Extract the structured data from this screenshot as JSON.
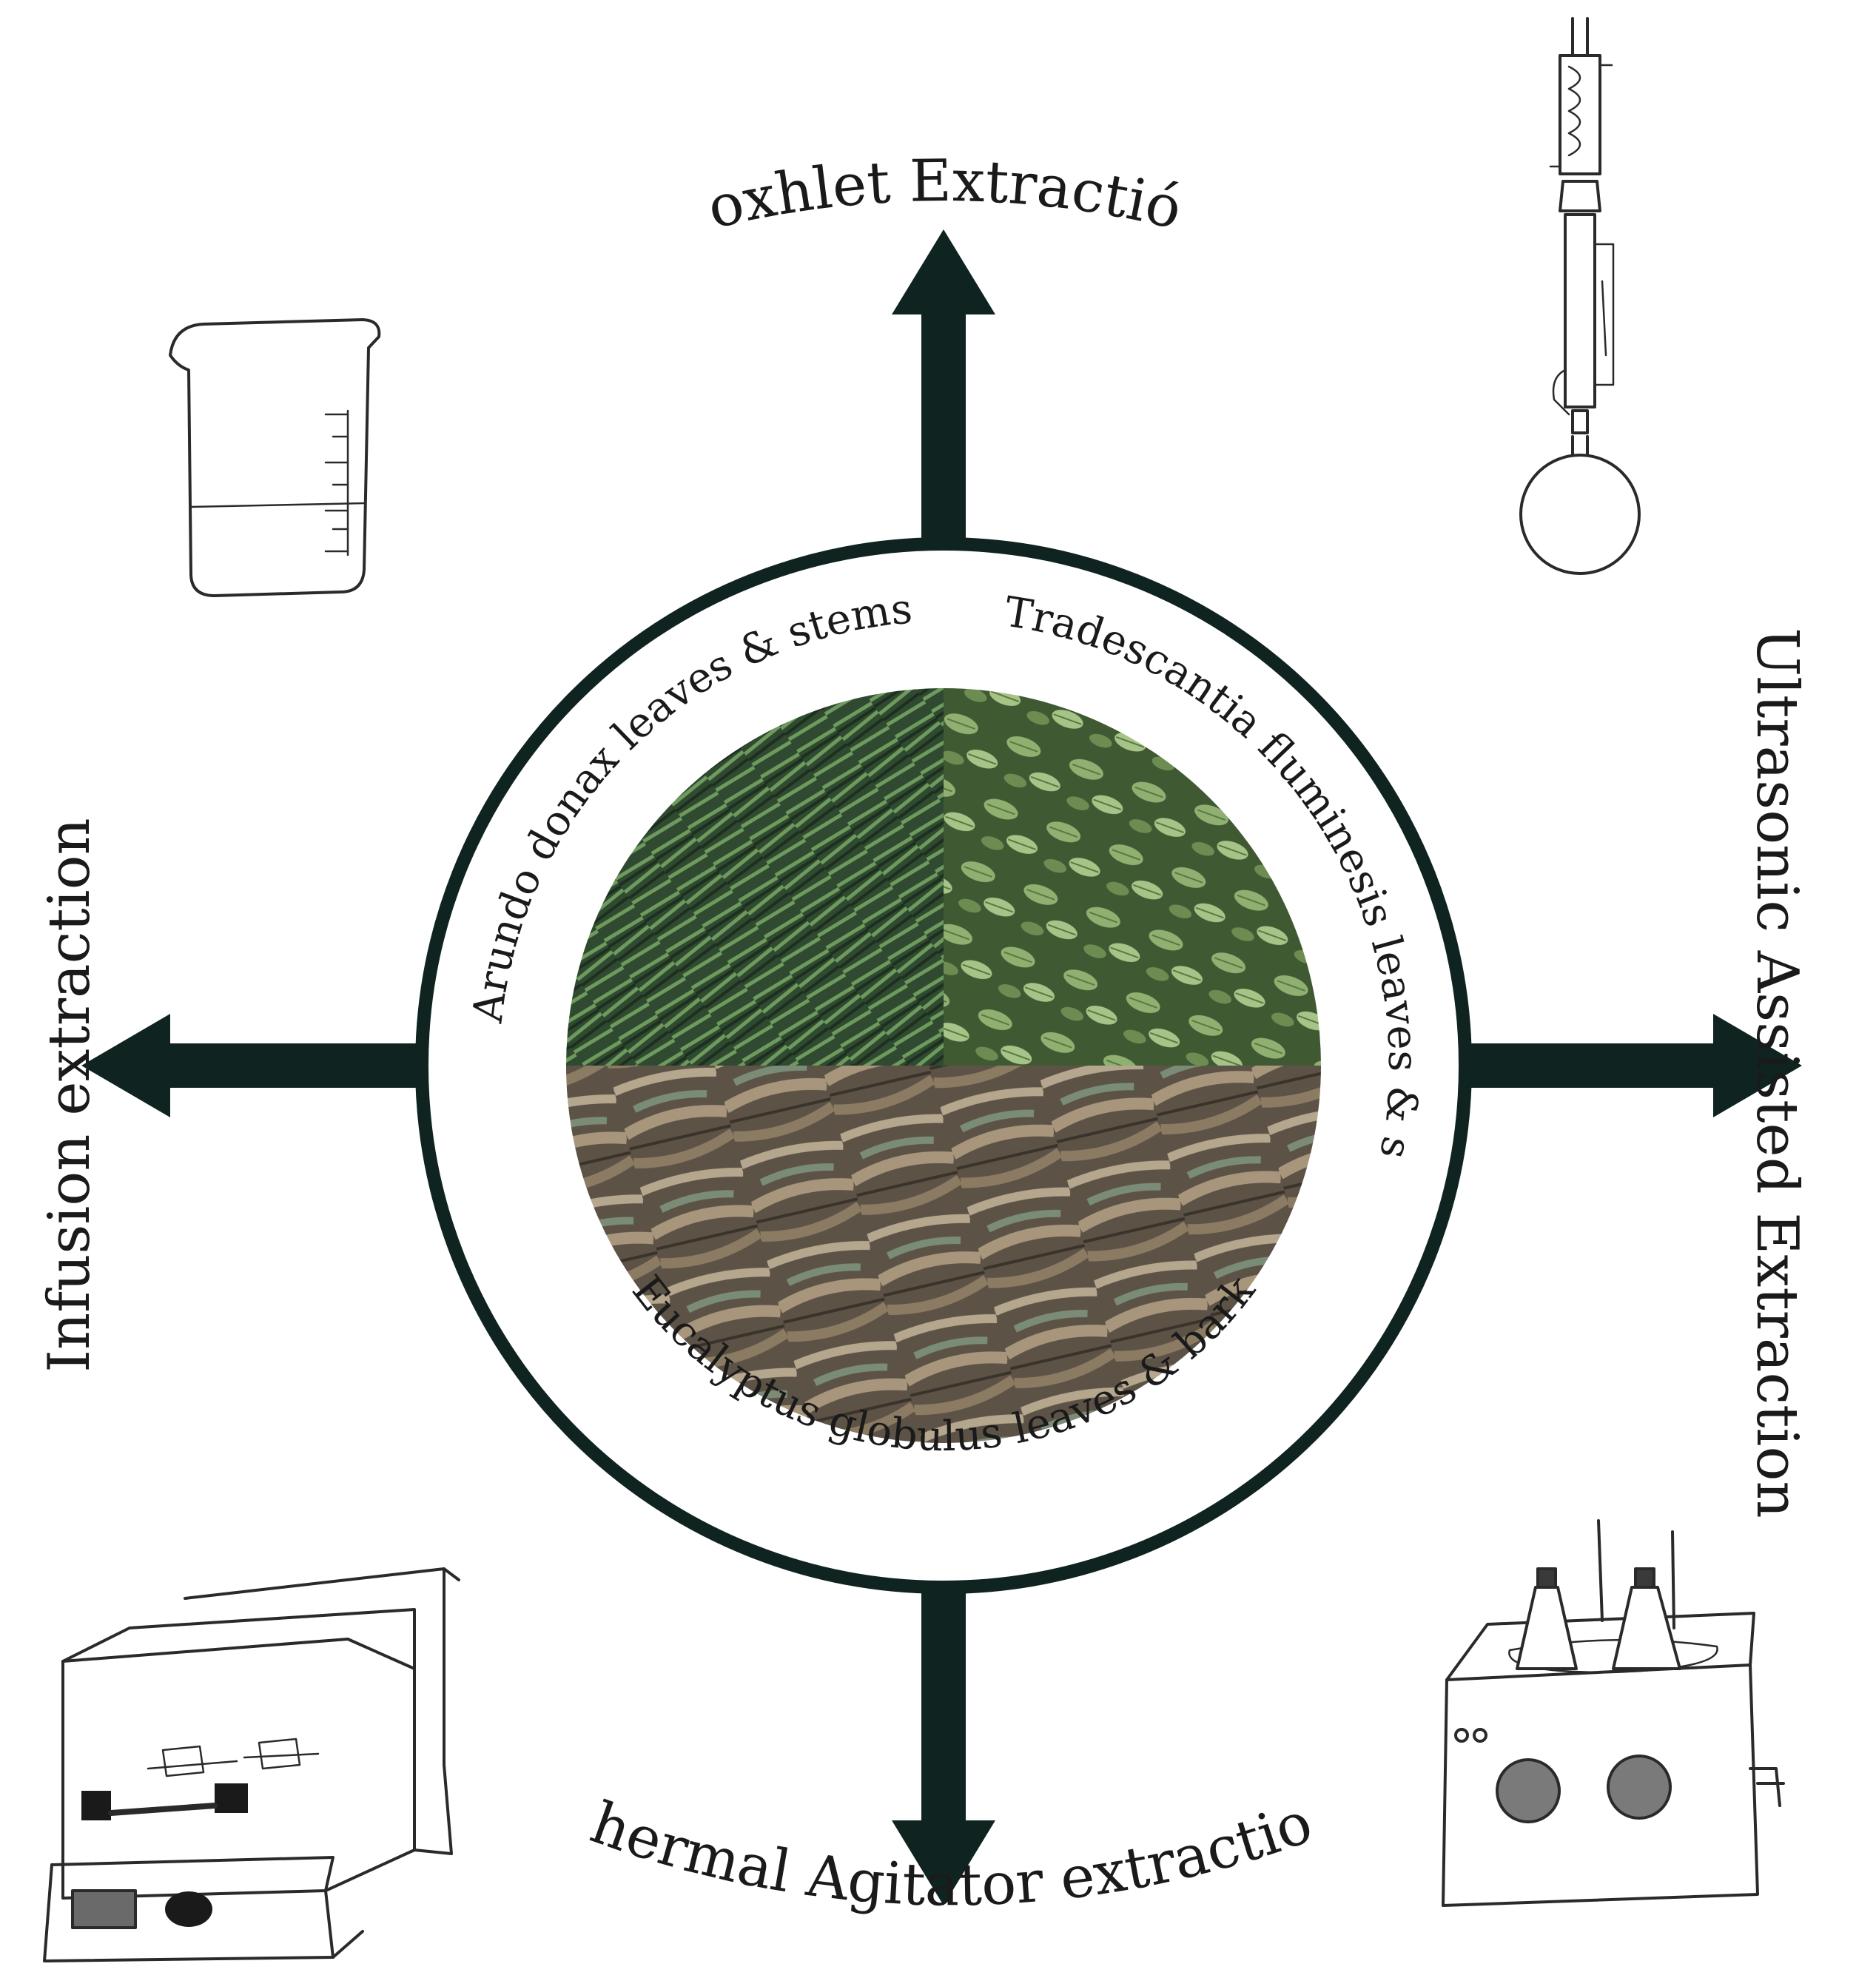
{
  "center": {
    "samples": [
      {
        "label": "Arundo donax leaves & stems",
        "photo": "reed-foliage"
      },
      {
        "label": "Tradescantia fluminesis leaves & stems",
        "photo": "tradescantia-foliage"
      },
      {
        "label": "Eucalyptus globulus leaves & bark",
        "photo": "eucalyptus-litter"
      }
    ]
  },
  "methods": {
    "top": {
      "label": "Soxhlet Extractión",
      "icon": "soxhlet-apparatus-icon"
    },
    "right": {
      "label": "Ultrasonic Assisted Extraction",
      "icon": "ultrasonic-bath-icon"
    },
    "bottom": {
      "label": "Thermal Agitator extraction",
      "icon": "thermal-shaker-incubator-icon"
    },
    "left": {
      "label": "Infusion extraction",
      "icon": "beaker-icon"
    }
  },
  "colors": {
    "arrow": "#0f2421",
    "ring": "#0f2421",
    "reed_green": "#3c5a3a",
    "tradescantia_green": "#6f8f5a",
    "eucalyptus_litter": "#8a7a66"
  }
}
